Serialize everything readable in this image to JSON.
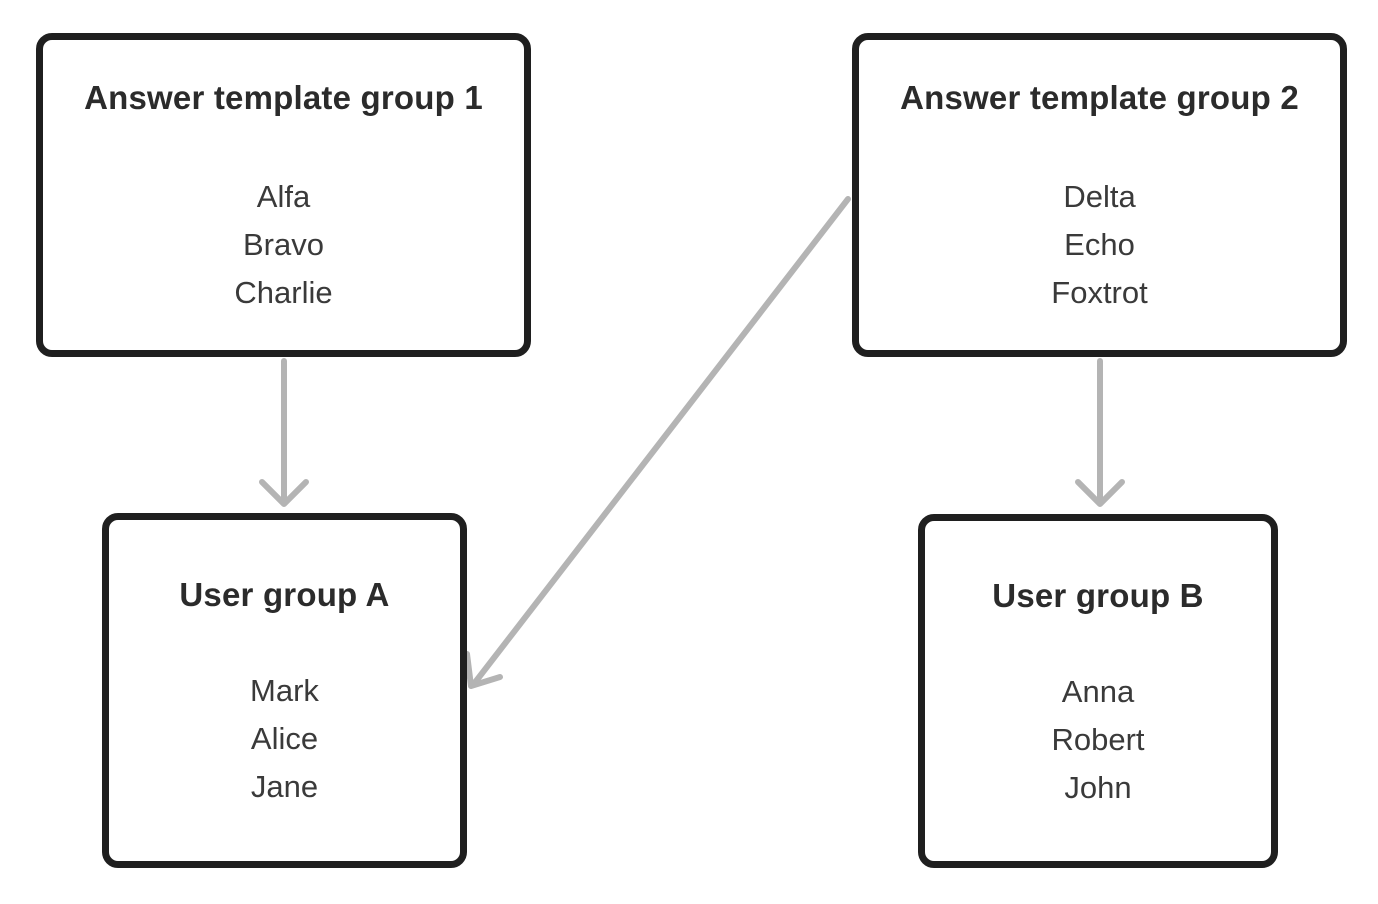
{
  "diagram": {
    "nodes": [
      {
        "id": "answer-template-group-1",
        "title": "Answer template group 1",
        "items": [
          "Alfa",
          "Bravo",
          "Charlie"
        ]
      },
      {
        "id": "answer-template-group-2",
        "title": "Answer template group 2",
        "items": [
          "Delta",
          "Echo",
          "Foxtrot"
        ]
      },
      {
        "id": "user-group-a",
        "title": "User group A",
        "items": [
          "Mark",
          "Alice",
          "Jane"
        ]
      },
      {
        "id": "user-group-b",
        "title": "User group B",
        "items": [
          "Anna",
          "Robert",
          "John"
        ]
      }
    ],
    "edges": [
      {
        "from": "Answer template group 1",
        "to": "User group A"
      },
      {
        "from": "Answer template group 2",
        "to": "User group B"
      },
      {
        "from": "Answer template group 2",
        "to": "User group A"
      }
    ],
    "colors": {
      "box_border": "#1f1f1f",
      "title_text": "#2b2b2b",
      "item_text": "#3a3a3a",
      "arrow": "#b4b4b4",
      "background": "#ffffff"
    }
  }
}
